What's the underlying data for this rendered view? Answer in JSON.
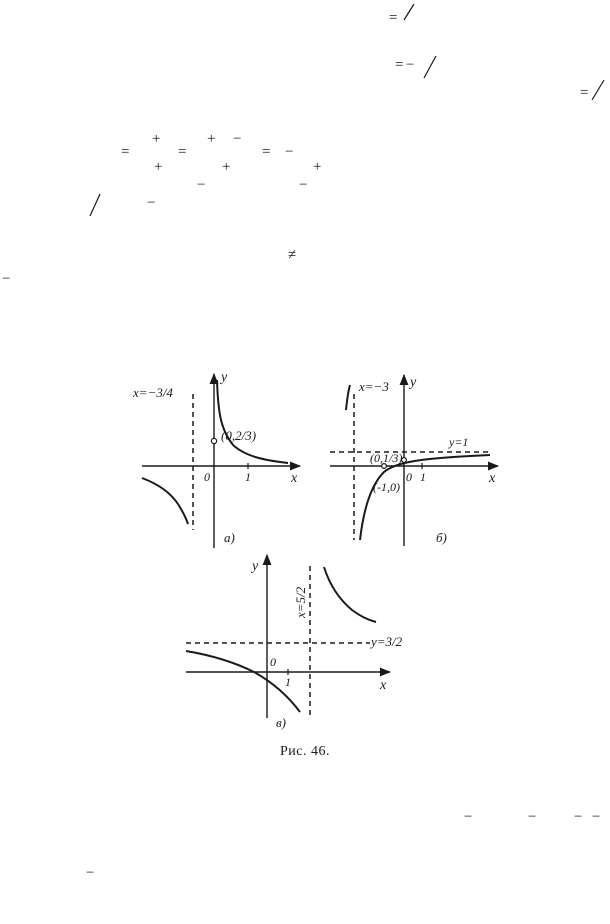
{
  "text_fragments": [
    "=",
    "=",
    "−",
    "=",
    "+",
    "=",
    "+",
    "−",
    "=",
    "−",
    "+",
    "+",
    "+",
    "−",
    "−",
    "−",
    "≠",
    "−",
    "−",
    "−",
    "−",
    "−",
    "−"
  ],
  "figure": {
    "caption": "Рис. 46.",
    "panels": [
      {
        "id": "a",
        "letter": "а)",
        "asymptote_label": "x=−3/4",
        "point_label": "(0,2/3)",
        "axis_x": "x",
        "axis_y": "y",
        "origin": "0",
        "tick": "1"
      },
      {
        "id": "b",
        "letter": "б)",
        "asymptote_v_label": "x=−3",
        "asymptote_h_label": "y=1",
        "point1_label": "(0,1/3)",
        "point2_label": "(-1,0)",
        "axis_x": "x",
        "axis_y": "y",
        "origin": "0",
        "tick": "1"
      },
      {
        "id": "c",
        "letter": "в)",
        "asymptote_v_label": "x=5/2",
        "asymptote_h_label": "y=3/2",
        "axis_x": "x",
        "axis_y": "y",
        "origin": "0",
        "tick": "1"
      }
    ]
  }
}
